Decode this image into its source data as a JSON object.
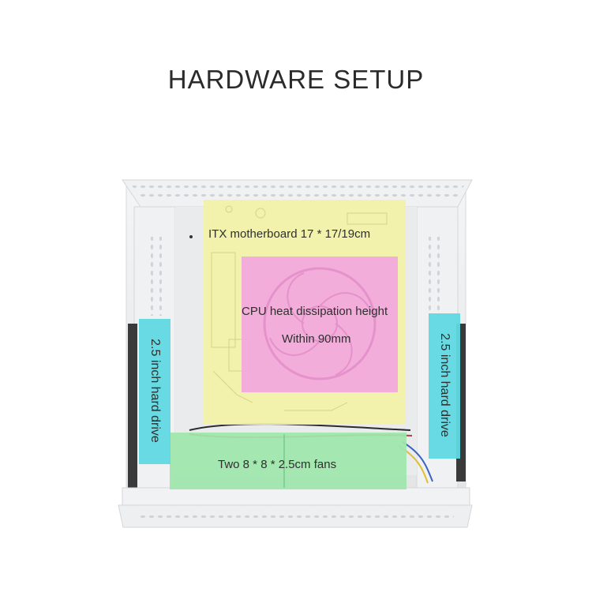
{
  "title": "HARDWARE SETUP",
  "labels": {
    "motherboard": "ITX motherboard 17 * 17/19cm",
    "cpu_line1": "CPU heat dissipation height",
    "cpu_line2": "Within 90mm",
    "hdd_left": "2.5 inch hard drive",
    "hdd_right": "2.5 inch hard drive",
    "fans": "Two 8 * 8 * 2.5cm fans"
  },
  "colors": {
    "motherboard_zone": "#f2f2a6",
    "cpu_zone": "#f2a9dc",
    "hdd_zone": "#5fd8e2",
    "fan_zone": "#9ee6ac"
  }
}
